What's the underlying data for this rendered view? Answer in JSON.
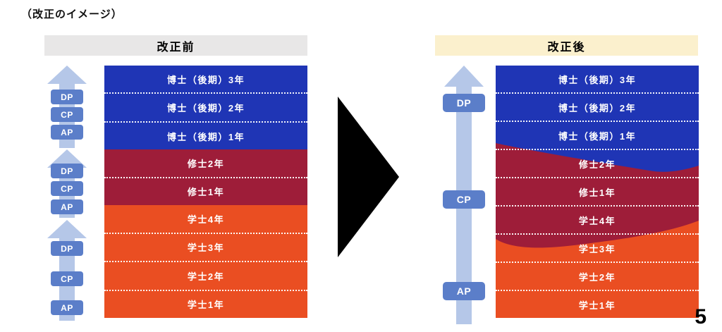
{
  "page": {
    "title": "（改正のイメージ）",
    "page_number": "5"
  },
  "before": {
    "header": "改正前",
    "rows": [
      {
        "label": "博士（後期）3年",
        "stage": "doctoral"
      },
      {
        "label": "博士（後期）2年",
        "stage": "doctoral"
      },
      {
        "label": "博士（後期）1年",
        "stage": "doctoral"
      },
      {
        "label": "修士2年",
        "stage": "master"
      },
      {
        "label": "修士1年",
        "stage": "master"
      },
      {
        "label": "学士4年",
        "stage": "bachelor"
      },
      {
        "label": "学士3年",
        "stage": "bachelor"
      },
      {
        "label": "学士2年",
        "stage": "bachelor"
      },
      {
        "label": "学士1年",
        "stage": "bachelor"
      }
    ],
    "arrows": [
      {
        "scope": "doctoral",
        "badges": [
          "DP",
          "CP",
          "AP"
        ]
      },
      {
        "scope": "master",
        "badges": [
          "DP",
          "CP",
          "AP"
        ]
      },
      {
        "scope": "bachelor",
        "badges": [
          "DP",
          "CP",
          "AP"
        ]
      }
    ]
  },
  "after": {
    "header": "改正後",
    "rows": [
      {
        "label": "博士（後期）3年"
      },
      {
        "label": "博士（後期）2年"
      },
      {
        "label": "博士（後期）1年"
      },
      {
        "label": "修士2年"
      },
      {
        "label": "修士1年"
      },
      {
        "label": "学士4年"
      },
      {
        "label": "学士3年"
      },
      {
        "label": "学士2年"
      },
      {
        "label": "学士1年"
      }
    ],
    "arrow_badges": [
      "DP",
      "CP",
      "AP"
    ]
  },
  "colors": {
    "doctoral_blue": "#1F35B5",
    "master_crimson": "#9E1D39",
    "bachelor_orange": "#EA4E22",
    "up_arrow_light_blue": "#B5C7E8",
    "badge_blue": "#5B7EC9",
    "before_header_bg": "#E8E7E7",
    "after_header_bg": "#FBF0CD"
  }
}
